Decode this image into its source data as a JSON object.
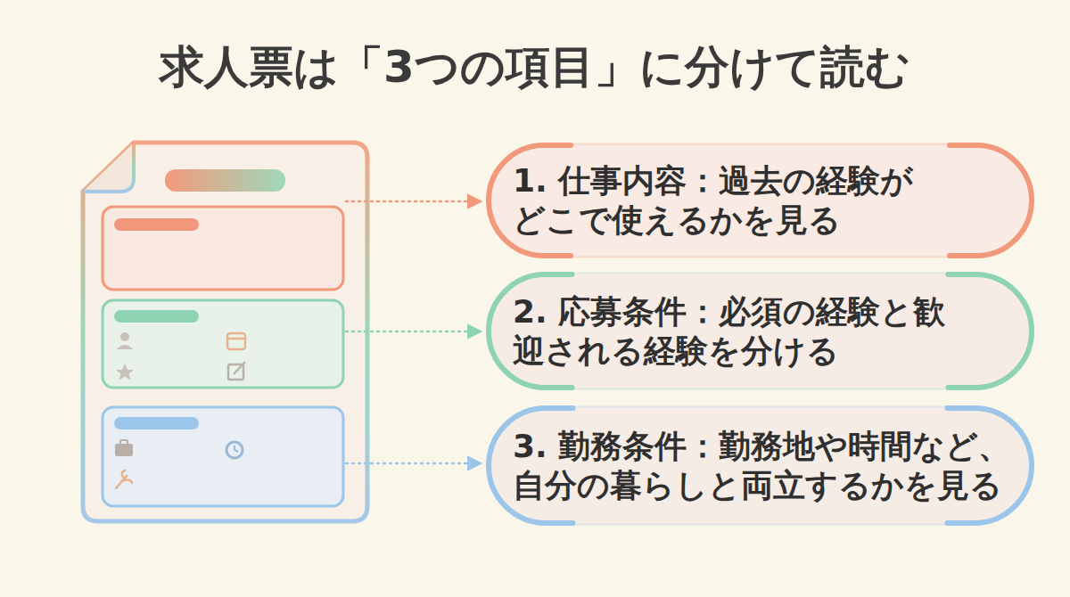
{
  "diagram": {
    "title": "求人票は「3つの項目」に分けて読む",
    "nodes": [
      {
        "text": [
          "1. 仕事内容：過去の経験が どこで使えるかを見る"
        ]
      },
      {
        "text": [
          "2. 応募条件：必須の経験と歓 迎される経験を分ける"
        ]
      },
      {
        "text": [
          "3. 勤務条件：勤務地や時間など、 自分の暮らしと両立するかを見る"
        ]
      }
    ]
  }
}
